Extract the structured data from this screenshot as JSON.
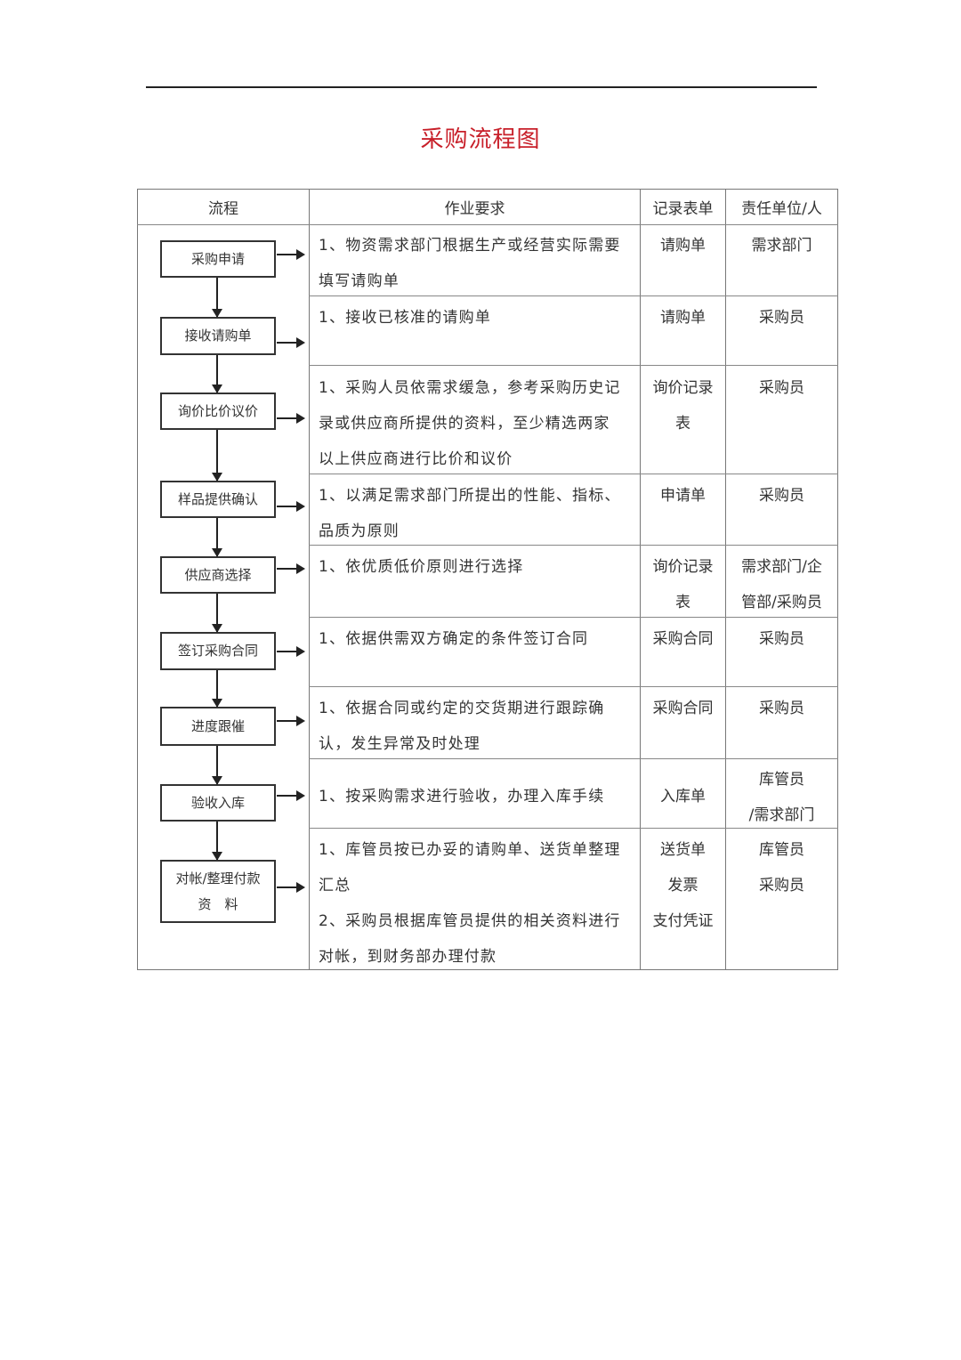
{
  "document": {
    "title": "采购流程图",
    "title_color": "#c8202a"
  },
  "table": {
    "headers": [
      "流程",
      "作业要求",
      "记录表单",
      "责任单位/人"
    ],
    "rows": [
      {
        "step": "采购申请",
        "requirement": [
          "1、物资需求部门根据生产或经营实际需要",
          "填写请购单"
        ],
        "record": [
          "请购单"
        ],
        "responsible": [
          "需求部门"
        ]
      },
      {
        "step": "接收请购单",
        "requirement": [
          "1、接收已核准的请购单"
        ],
        "record": [
          "请购单"
        ],
        "responsible": [
          "采购员"
        ]
      },
      {
        "step": "询价比价议价",
        "requirement": [
          "1、采购人员依需求缓急，参考采购历史记",
          "录或供应商所提供的资料，至少精选两家",
          "以上供应商进行比价和议价"
        ],
        "record": [
          "询价记录",
          "表"
        ],
        "responsible": [
          "采购员"
        ]
      },
      {
        "step": "样品提供确认",
        "requirement": [
          "1、以满足需求部门所提出的性能、指标、",
          "品质为原则"
        ],
        "record": [
          "申请单"
        ],
        "responsible": [
          "采购员"
        ]
      },
      {
        "step": "供应商选择",
        "requirement": [
          "1、依优质低价原则进行选择"
        ],
        "record": [
          "询价记录",
          "表"
        ],
        "responsible": [
          "需求部门/企",
          "管部/采购员"
        ]
      },
      {
        "step": "签订采购合同",
        "requirement": [
          "1、依据供需双方确定的条件签订合同"
        ],
        "record": [
          "采购合同"
        ],
        "responsible": [
          "采购员"
        ]
      },
      {
        "step": "进度跟催",
        "requirement": [
          "1、依据合同或约定的交货期进行跟踪确",
          "认，发生异常及时处理"
        ],
        "record": [
          "采购合同"
        ],
        "responsible": [
          "采购员"
        ]
      },
      {
        "step": "验收入库",
        "requirement": [
          "1、按采购需求进行验收，办理入库手续"
        ],
        "record": [
          "入库单"
        ],
        "responsible": [
          "库管员",
          "/需求部门"
        ]
      },
      {
        "step_lines": [
          "对帐/整理付款",
          "资　料"
        ],
        "requirement": [
          "1、库管员按已办妥的请购单、送货单整理",
          "汇总",
          "2、采购员根据库管员提供的相关资料进行",
          "对帐，到财务部办理付款"
        ],
        "record": [
          "送货单",
          "发票",
          "支付凭证"
        ],
        "responsible": [
          "库管员",
          "采购员"
        ]
      }
    ]
  }
}
